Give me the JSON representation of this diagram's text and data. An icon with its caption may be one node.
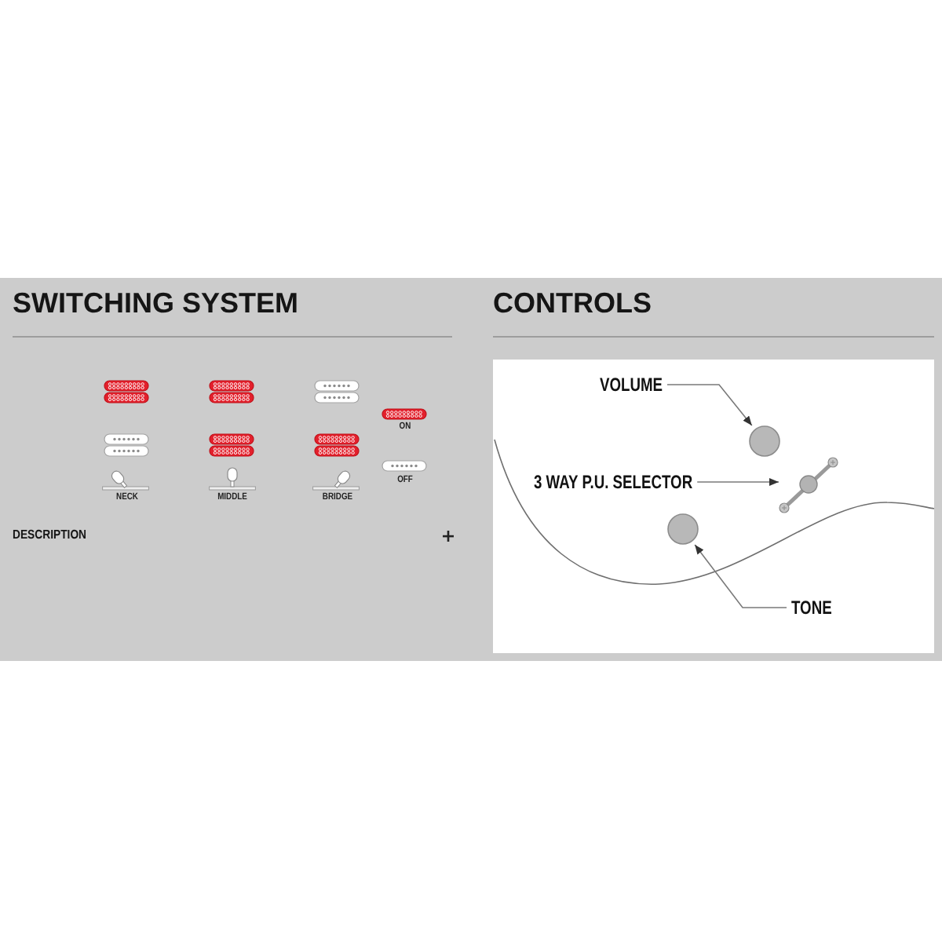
{
  "diagram": {
    "nodes": [
      {
        "text": [
          "VOLUME"
        ]
      },
      {
        "text": [],
        "shape": "circle"
      },
      {
        "text": [
          "3 WAY P.U. SELECTOR"
        ]
      },
      {
        "text": [],
        "shape": "picture"
      },
      {
        "text": [],
        "shape": "circle"
      },
      {
        "text": [
          "TONE"
        ]
      }
    ],
    "edges": [
      {
        "from": 0,
        "to": 1,
        "arrow": "to"
      },
      {
        "from": 2,
        "to": 3,
        "arrow": "to"
      },
      {
        "from": 5,
        "to": 4,
        "arrow": "to"
      }
    ],
    "labels": [
      "SWITCHING SYSTEM",
      "CONTROLS",
      "NECK",
      "MIDDLE",
      "BRIDGE",
      "DESCRIPTION"
    ],
    "legend": [
      {
        "text": "ON"
      },
      {
        "text": "OFF"
      }
    ]
  }
}
